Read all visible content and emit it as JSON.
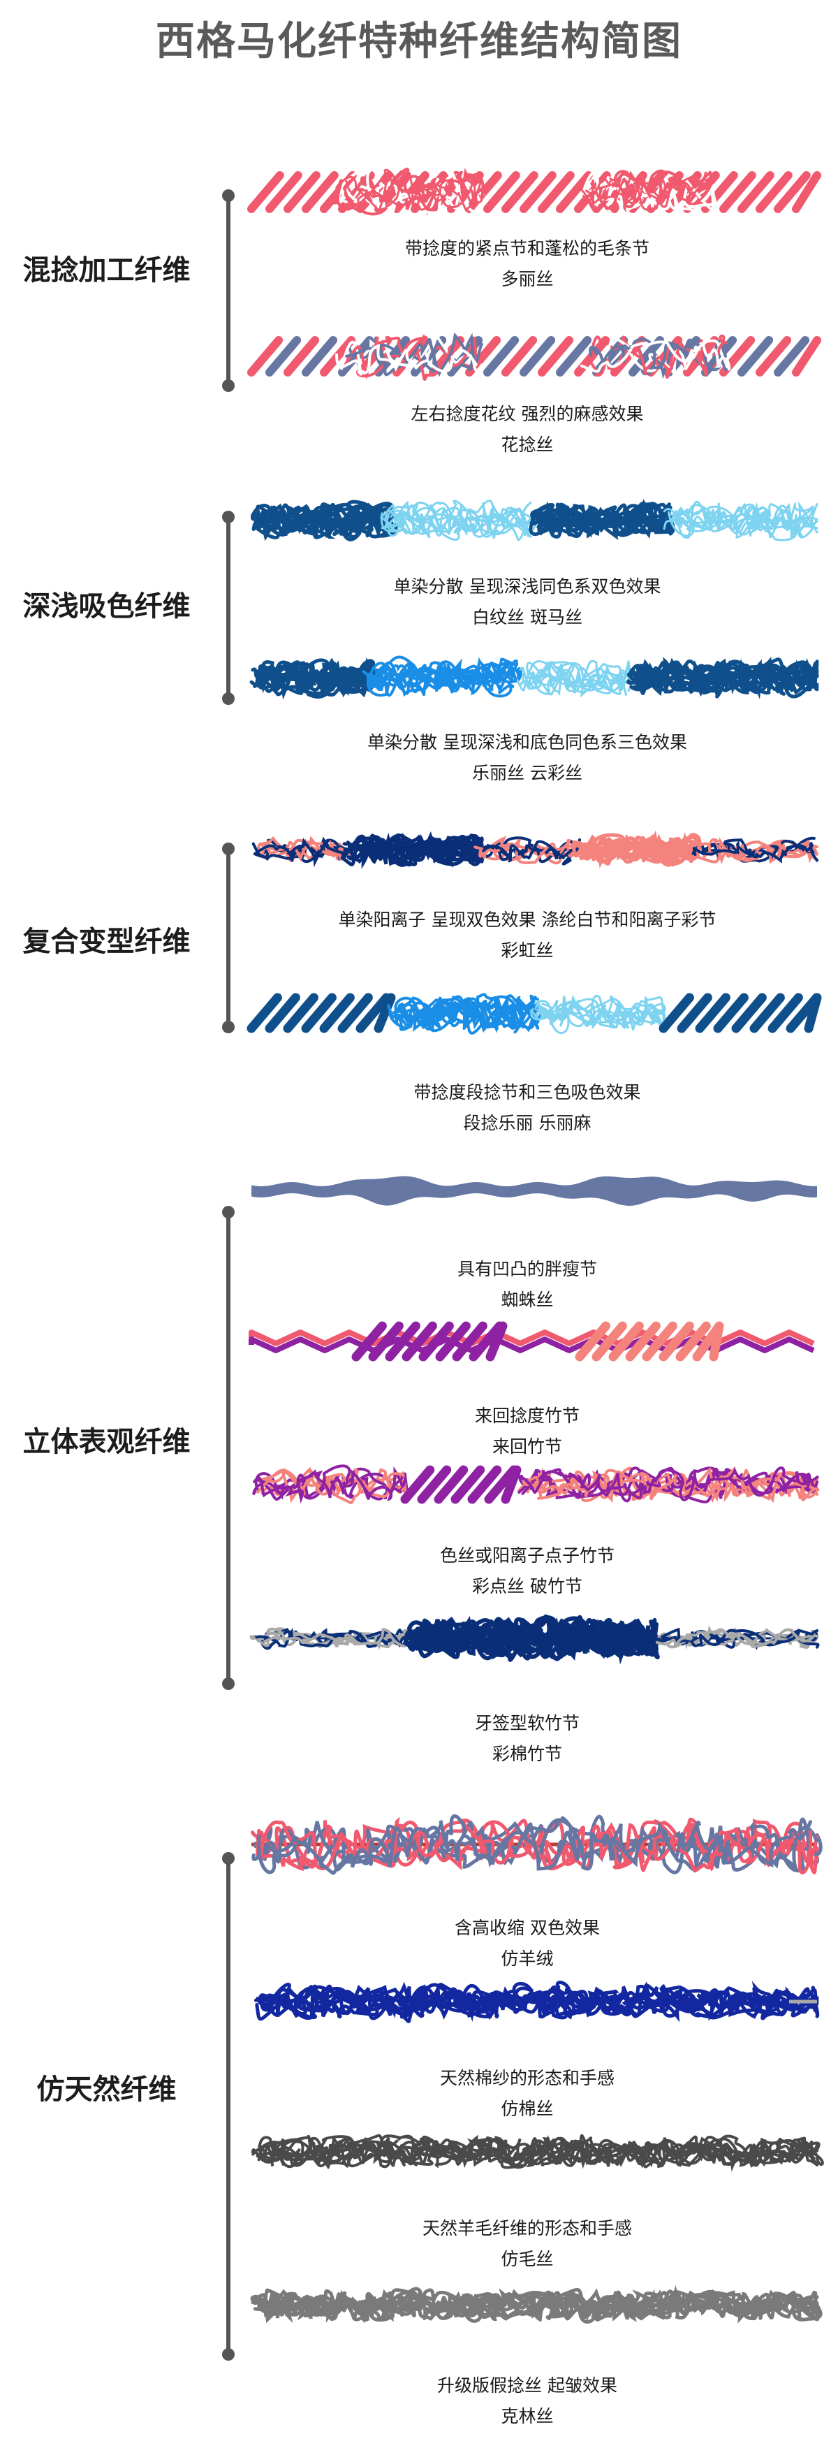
{
  "title": "西格马化纤特种纤维结构简图",
  "colors": {
    "pink": "#f0596e",
    "slate": "#6677a3",
    "navy": "#0e4f8c",
    "lightblue": "#7dd3f0",
    "brightblue": "#1a8ee6",
    "dark": "#0a2f78",
    "salmon": "#f5837d",
    "purple": "#8e22a3",
    "gray": "#a9a9a9",
    "royal": "#1328a0",
    "charcoal": "#4a4a4a",
    "midgray": "#7a7a7a",
    "bracket": "#555555"
  },
  "categories": [
    {
      "name": "混捻加工纤维",
      "items": [
        {
          "desc": "带捻度的紧点节和蓬松的毛条节",
          "name": "多丽丝"
        },
        {
          "desc": "左右捻度花纹 强烈的麻感效果",
          "name": "花捻丝"
        }
      ]
    },
    {
      "name": "深浅吸色纤维",
      "items": [
        {
          "desc": "单染分散 呈现深浅同色系双色效果",
          "name": "白纹丝 斑马丝"
        },
        {
          "desc": "单染分散 呈现深浅和底色同色系三色效果",
          "name": "乐丽丝 云彩丝"
        }
      ]
    },
    {
      "name": "复合变型纤维",
      "items": [
        {
          "desc": "单染阳离子 呈现双色效果 涤纶白节和阳离子彩节",
          "name": "彩虹丝"
        },
        {
          "desc": "带捻度段捻节和三色吸色效果",
          "name": "段捻乐丽 乐丽麻"
        }
      ]
    },
    {
      "name": "立体表观纤维",
      "items": [
        {
          "desc": "具有凹凸的胖瘦节",
          "name": "蜘蛛丝"
        },
        {
          "desc": "来回捻度竹节",
          "name": "来回竹节"
        },
        {
          "desc": "色丝或阳离子点子竹节",
          "name": "彩点丝 破竹节"
        },
        {
          "desc": "牙签型软竹节",
          "name": "彩棉竹节"
        }
      ]
    },
    {
      "name": "仿天然纤维",
      "items": [
        {
          "desc": "含高收缩 双色效果",
          "name": "仿羊绒"
        },
        {
          "desc": "天然棉纱的形态和手感",
          "name": "仿棉丝"
        },
        {
          "desc": "天然羊毛纤维的形态和手感",
          "name": "仿毛丝"
        },
        {
          "desc": "升级版假捻丝 起皱效果",
          "name": "克林丝"
        }
      ]
    }
  ]
}
